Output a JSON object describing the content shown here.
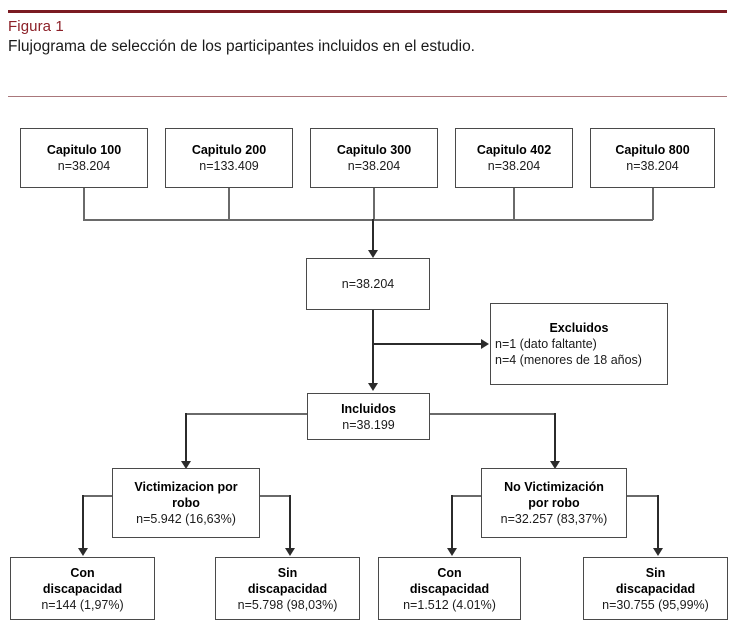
{
  "header": {
    "figure_label": "Figura 1",
    "caption": "Flujograma de selección de los participantes incluidos en el estudio.",
    "accent_color": "#8c2028",
    "rule_color": "#7b1b22"
  },
  "chart_data": {
    "type": "diagram",
    "diagram_kind": "flowchart",
    "title": "Flujograma de selección de los participantes incluidos en el estudio.",
    "nodes": [
      {
        "id": "cap100",
        "title": "Capitulo 100",
        "value": "n=38.204",
        "row": "sources"
      },
      {
        "id": "cap200",
        "title": "Capitulo 200",
        "value": "n=133.409",
        "row": "sources"
      },
      {
        "id": "cap300",
        "title": "Capitulo 300",
        "value": "n=38.204",
        "row": "sources"
      },
      {
        "id": "cap402",
        "title": "Capitulo 402",
        "value": "n=38.204",
        "row": "sources"
      },
      {
        "id": "cap800",
        "title": "Capitulo 800",
        "value": "n=38.204",
        "row": "sources"
      },
      {
        "id": "merged",
        "title": "",
        "value": "n=38.204",
        "row": "merged"
      },
      {
        "id": "excluidos",
        "title": "Excluidos",
        "value": "n=1 (dato faltante)",
        "value2": "n=4 (menores de 18 años)",
        "row": "excluded"
      },
      {
        "id": "incluidos",
        "title": "Incluidos",
        "value": "n=38.199",
        "row": "included"
      },
      {
        "id": "victim",
        "title": "Victimizacion por",
        "title2": "robo",
        "value": "n=5.942 (16,63%)",
        "row": "groups"
      },
      {
        "id": "novictim",
        "title": "No Victimización",
        "title2": "por robo",
        "value": "n=32.257 (83,37%)",
        "row": "groups"
      },
      {
        "id": "v_con",
        "title": "Con",
        "title2": "discapacidad",
        "value": "n=144 (1,97%)",
        "row": "outcomes"
      },
      {
        "id": "v_sin",
        "title": "Sin",
        "title2": "discapacidad",
        "value": "n=5.798 (98,03%)",
        "row": "outcomes"
      },
      {
        "id": "nv_con",
        "title": "Con",
        "title2": "discapacidad",
        "value": "n=1.512 (4.01%)",
        "row": "outcomes"
      },
      {
        "id": "nv_sin",
        "title": "Sin",
        "title2": "discapacidad",
        "value": "n=30.755 (95,99%)",
        "row": "outcomes"
      }
    ],
    "edges": [
      {
        "from": "cap100",
        "to": "merged"
      },
      {
        "from": "cap200",
        "to": "merged"
      },
      {
        "from": "cap300",
        "to": "merged"
      },
      {
        "from": "cap402",
        "to": "merged"
      },
      {
        "from": "cap800",
        "to": "merged"
      },
      {
        "from": "merged",
        "to": "excluidos"
      },
      {
        "from": "merged",
        "to": "incluidos"
      },
      {
        "from": "incluidos",
        "to": "victim"
      },
      {
        "from": "incluidos",
        "to": "novictim"
      },
      {
        "from": "victim",
        "to": "v_con"
      },
      {
        "from": "victim",
        "to": "v_sin"
      },
      {
        "from": "novictim",
        "to": "nv_con"
      },
      {
        "from": "novictim",
        "to": "nv_sin"
      }
    ]
  },
  "boxes": {
    "cap100": {
      "title": "Capitulo 100",
      "value": "n=38.204"
    },
    "cap200": {
      "title": "Capitulo 200",
      "value": "n=133.409"
    },
    "cap300": {
      "title": "Capitulo 300",
      "value": "n=38.204"
    },
    "cap402": {
      "title": "Capitulo 402",
      "value": "n=38.204"
    },
    "cap800": {
      "title": "Capitulo 800",
      "value": "n=38.204"
    },
    "merged": {
      "value": "n=38.204"
    },
    "excluidos": {
      "title": "Excluidos",
      "line1": "n=1 (dato faltante)",
      "line2": "n=4 (menores de 18 años)"
    },
    "incluidos": {
      "title": "Incluidos",
      "value": "n=38.199"
    },
    "victim": {
      "title1": "Victimizacion por",
      "title2": "robo",
      "value": "n=5.942 (16,63%)"
    },
    "novictim": {
      "title1": "No Victimización",
      "title2": "por robo",
      "value": "n=32.257 (83,37%)"
    },
    "v_con": {
      "title1": "Con",
      "title2": "discapacidad",
      "value": "n=144 (1,97%)"
    },
    "v_sin": {
      "title1": "Sin",
      "title2": "discapacidad",
      "value": "n=5.798 (98,03%)"
    },
    "nv_con": {
      "title1": "Con",
      "title2": "discapacidad",
      "value": "n=1.512 (4.01%)"
    },
    "nv_sin": {
      "title1": "Sin",
      "title2": "discapacidad",
      "value": "n=30.755 (95,99%)"
    }
  }
}
